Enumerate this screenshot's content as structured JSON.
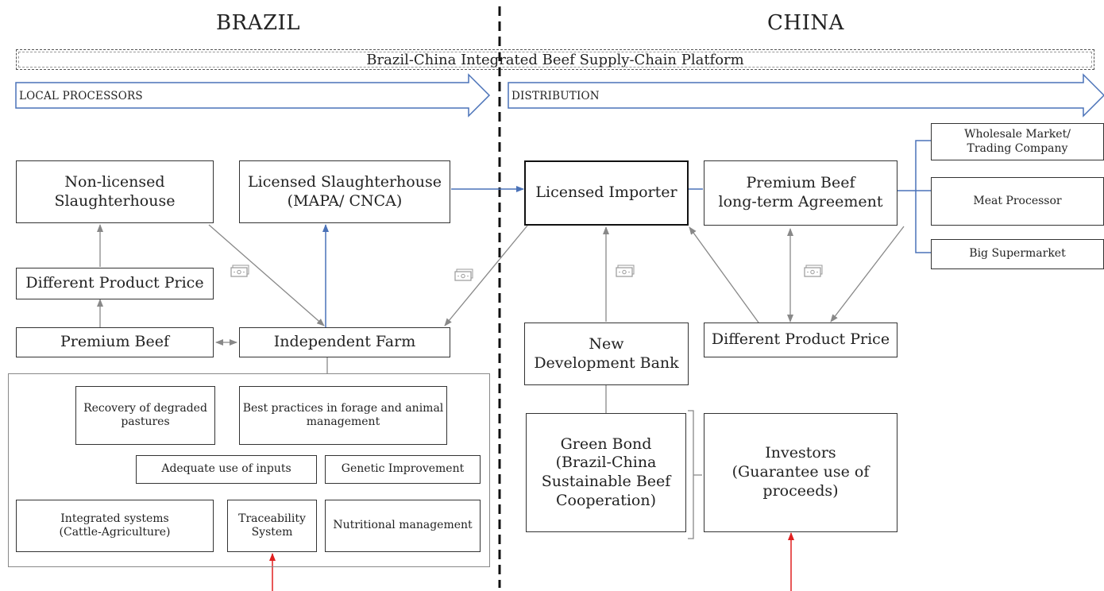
{
  "regions": {
    "left_title": "BRAZIL",
    "right_title": "CHINA"
  },
  "platform": {
    "label": "Brazil-China Integrated Beef Supply-Chain Platform"
  },
  "flow_arrows": {
    "left": "LOCAL PROCESSORS",
    "right": "DISTRIBUTION"
  },
  "brazil": {
    "non_licensed": "Non-licensed\nSlaughterhouse",
    "licensed": "Licensed Slaughterhouse\n(MAPA/ CNCA)",
    "diff_price": "Different Product Price",
    "premium_beef": "Premium Beef",
    "independent_farm": "Independent Farm",
    "practices": {
      "recovery": "Recovery of degraded\npastures",
      "best_practices": "Best practices in forage and animal\nmanagement",
      "inputs": "Adequate use of inputs",
      "genetic": "Genetic Improvement",
      "integrated": "Integrated systems\n(Cattle-Agriculture)",
      "traceability": "Traceability\nSystem",
      "nutritional": "Nutritional management"
    }
  },
  "china": {
    "licensed_importer": "Licensed Importer",
    "premium_agreement": "Premium Beef\nlong-term Agreement",
    "wholesale": "Wholesale Market/\nTrading Company",
    "meat_processor": "Meat Processor",
    "supermarket": "Big Supermarket",
    "diff_price": "Different Product Price",
    "ndb": "New\nDevelopment Bank",
    "green_bond": "Green Bond\n(Brazil-China\nSustainable Beef\nCooperation)",
    "investors": "Investors\n(Guarantee use of\nproceeds)"
  },
  "icons": {
    "payment": "money-icon"
  },
  "colors": {
    "blue_arrow": "#4a72b8",
    "gray_arrow": "#888888",
    "red_arrow": "#e02020"
  }
}
